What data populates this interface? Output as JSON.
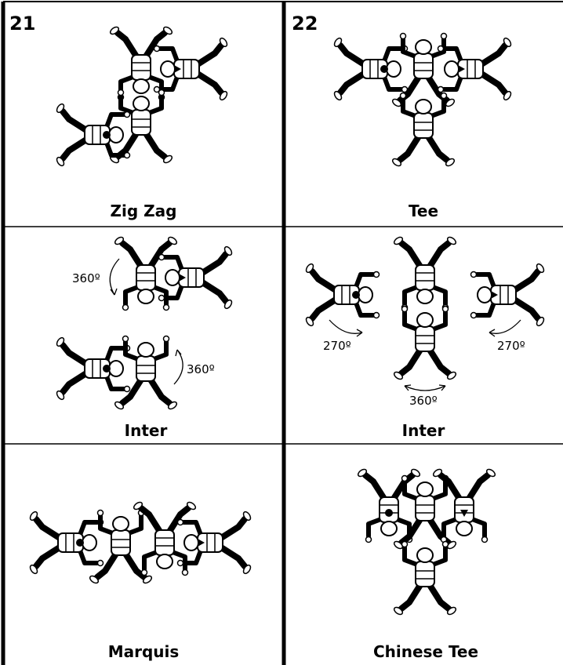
{
  "dives": [
    {
      "number": "21",
      "blocks": [
        {
          "label": "Zig Zag"
        },
        {
          "label": "Inter",
          "rotation_left": "360º",
          "rotation_right": "360º"
        },
        {
          "label": "Marquis"
        }
      ]
    },
    {
      "number": "22",
      "blocks": [
        {
          "label": "Tee"
        },
        {
          "label": "Inter",
          "rotation_left": "270º",
          "rotation_right": "270º",
          "rotation_bottom": "360º"
        },
        {
          "label": "Chinese Tee"
        }
      ]
    }
  ],
  "grip_markers": [
    "circle",
    "triangle"
  ]
}
